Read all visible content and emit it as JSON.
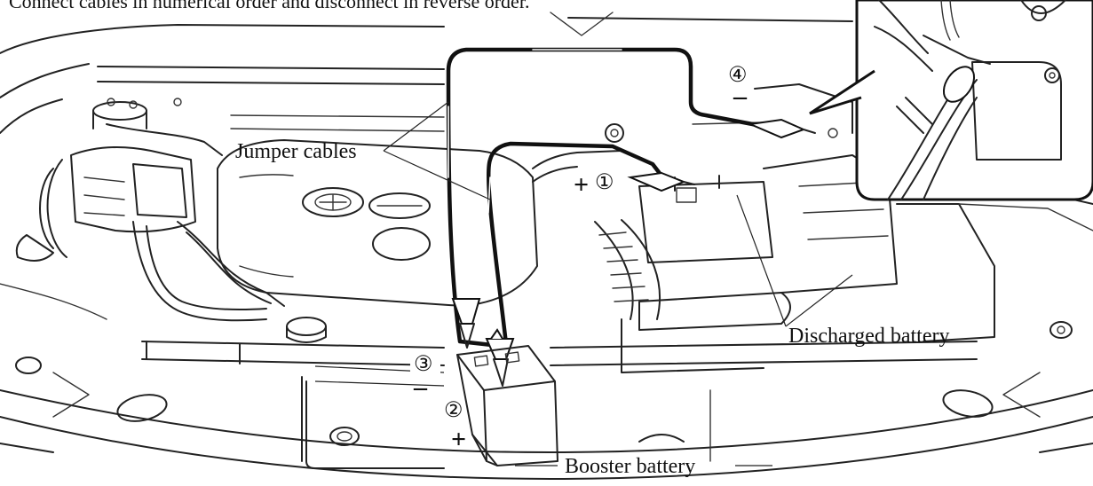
{
  "header_text": "Connect cables in numerical order and disconnect in reverse order.",
  "labels": {
    "jumper_cables": "Jumper cables",
    "discharged_battery": "Discharged battery",
    "booster_battery": "Booster battery"
  },
  "steps": {
    "step1": "①",
    "step2": "②",
    "step3": "③",
    "step4": "④"
  },
  "polarity": {
    "plus_discharged": "+",
    "plus_booster": "+",
    "minus_booster": "–",
    "minus_ground": "–"
  },
  "colors": {
    "line": "#111111",
    "background": "#ffffff"
  }
}
